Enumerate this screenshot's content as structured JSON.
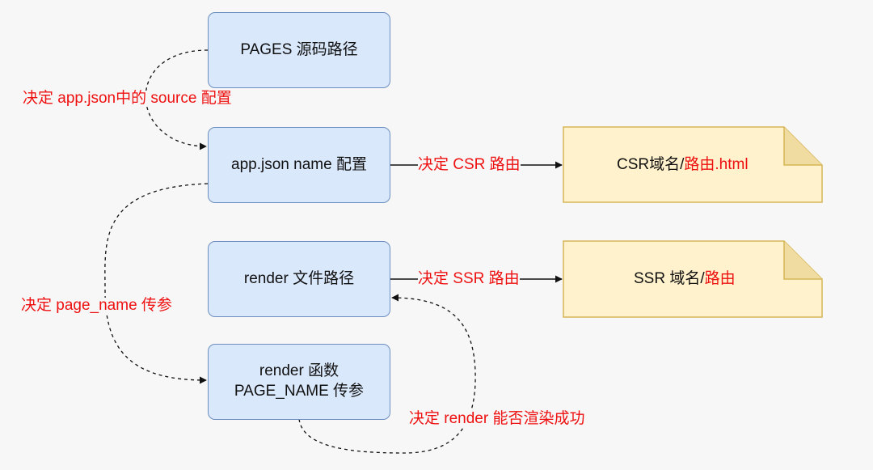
{
  "nodes": {
    "pages_source": "PAGES 源码路径",
    "app_json_name": "app.json name 配置",
    "render_path": "render 文件路径",
    "render_func_line1": "render 函数",
    "render_func_line2": "PAGE_NAME 传参"
  },
  "notes": {
    "csr_prefix": "CSR域名/",
    "csr_route": "路由.html",
    "ssr_prefix": "SSR 域名/",
    "ssr_route": "路由"
  },
  "edge_labels": {
    "source_config": "决定 app.json中的 source 配置",
    "csr_route": "决定 CSR 路由",
    "ssr_route": "决定 SSR 路由",
    "page_name_param": "决定 page_name 传参",
    "render_success": "决定 render 能否渲染成功"
  },
  "colors": {
    "node_fill": "#dae8fc",
    "node_stroke": "#6c8ebf",
    "note_fill": "#fff2cc",
    "note_stroke": "#d6b656",
    "label_text": "#ee1111"
  }
}
